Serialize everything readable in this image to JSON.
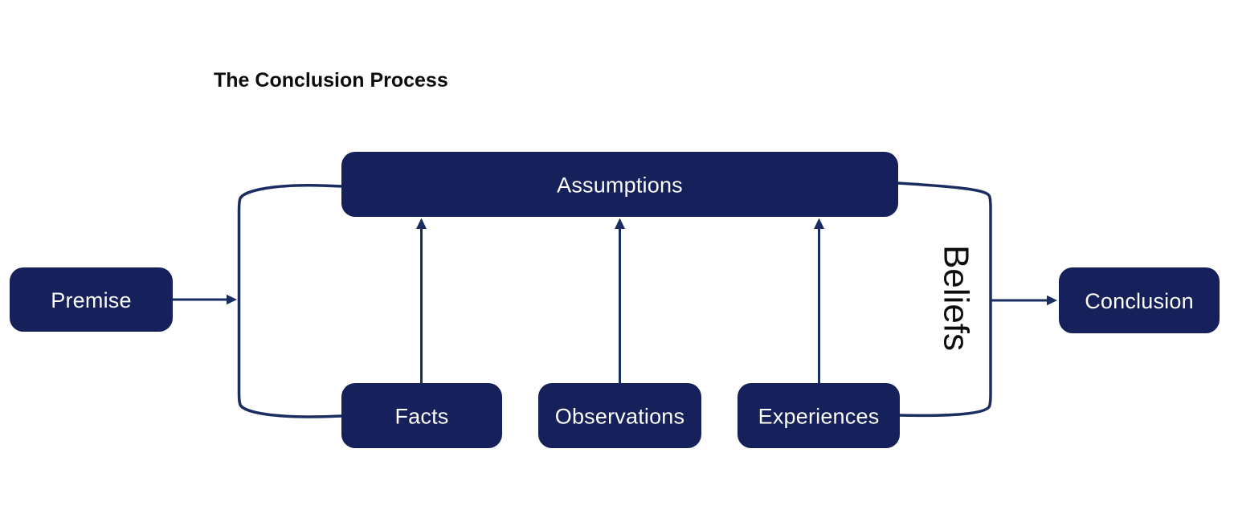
{
  "title": "The Conclusion Process",
  "colors": {
    "background": "#ffffff",
    "node_fill": "#16205a",
    "node_text": "#ffffff",
    "connector": "#1b2d60",
    "title_text": "#0d0d0d",
    "beliefs_text": "#0d0d0d"
  },
  "nodes": {
    "premise": {
      "label": "Premise"
    },
    "assumptions": {
      "label": "Assumptions"
    },
    "facts": {
      "label": "Facts"
    },
    "observations": {
      "label": "Observations"
    },
    "experiences": {
      "label": "Experiences"
    },
    "conclusion": {
      "label": "Conclusion"
    }
  },
  "beliefs_label": "Beliefs",
  "edges": [
    {
      "from": "Premise",
      "to": "bracket grouping Assumptions and Facts",
      "arrow": true
    },
    {
      "from": "Facts",
      "to": "Assumptions",
      "arrow": true
    },
    {
      "from": "Observations",
      "to": "Assumptions",
      "arrow": true
    },
    {
      "from": "Experiences",
      "to": "Assumptions",
      "arrow": true
    },
    {
      "from": "Beliefs bracket grouping Assumptions and Experiences",
      "to": "Conclusion",
      "arrow": true
    }
  ]
}
